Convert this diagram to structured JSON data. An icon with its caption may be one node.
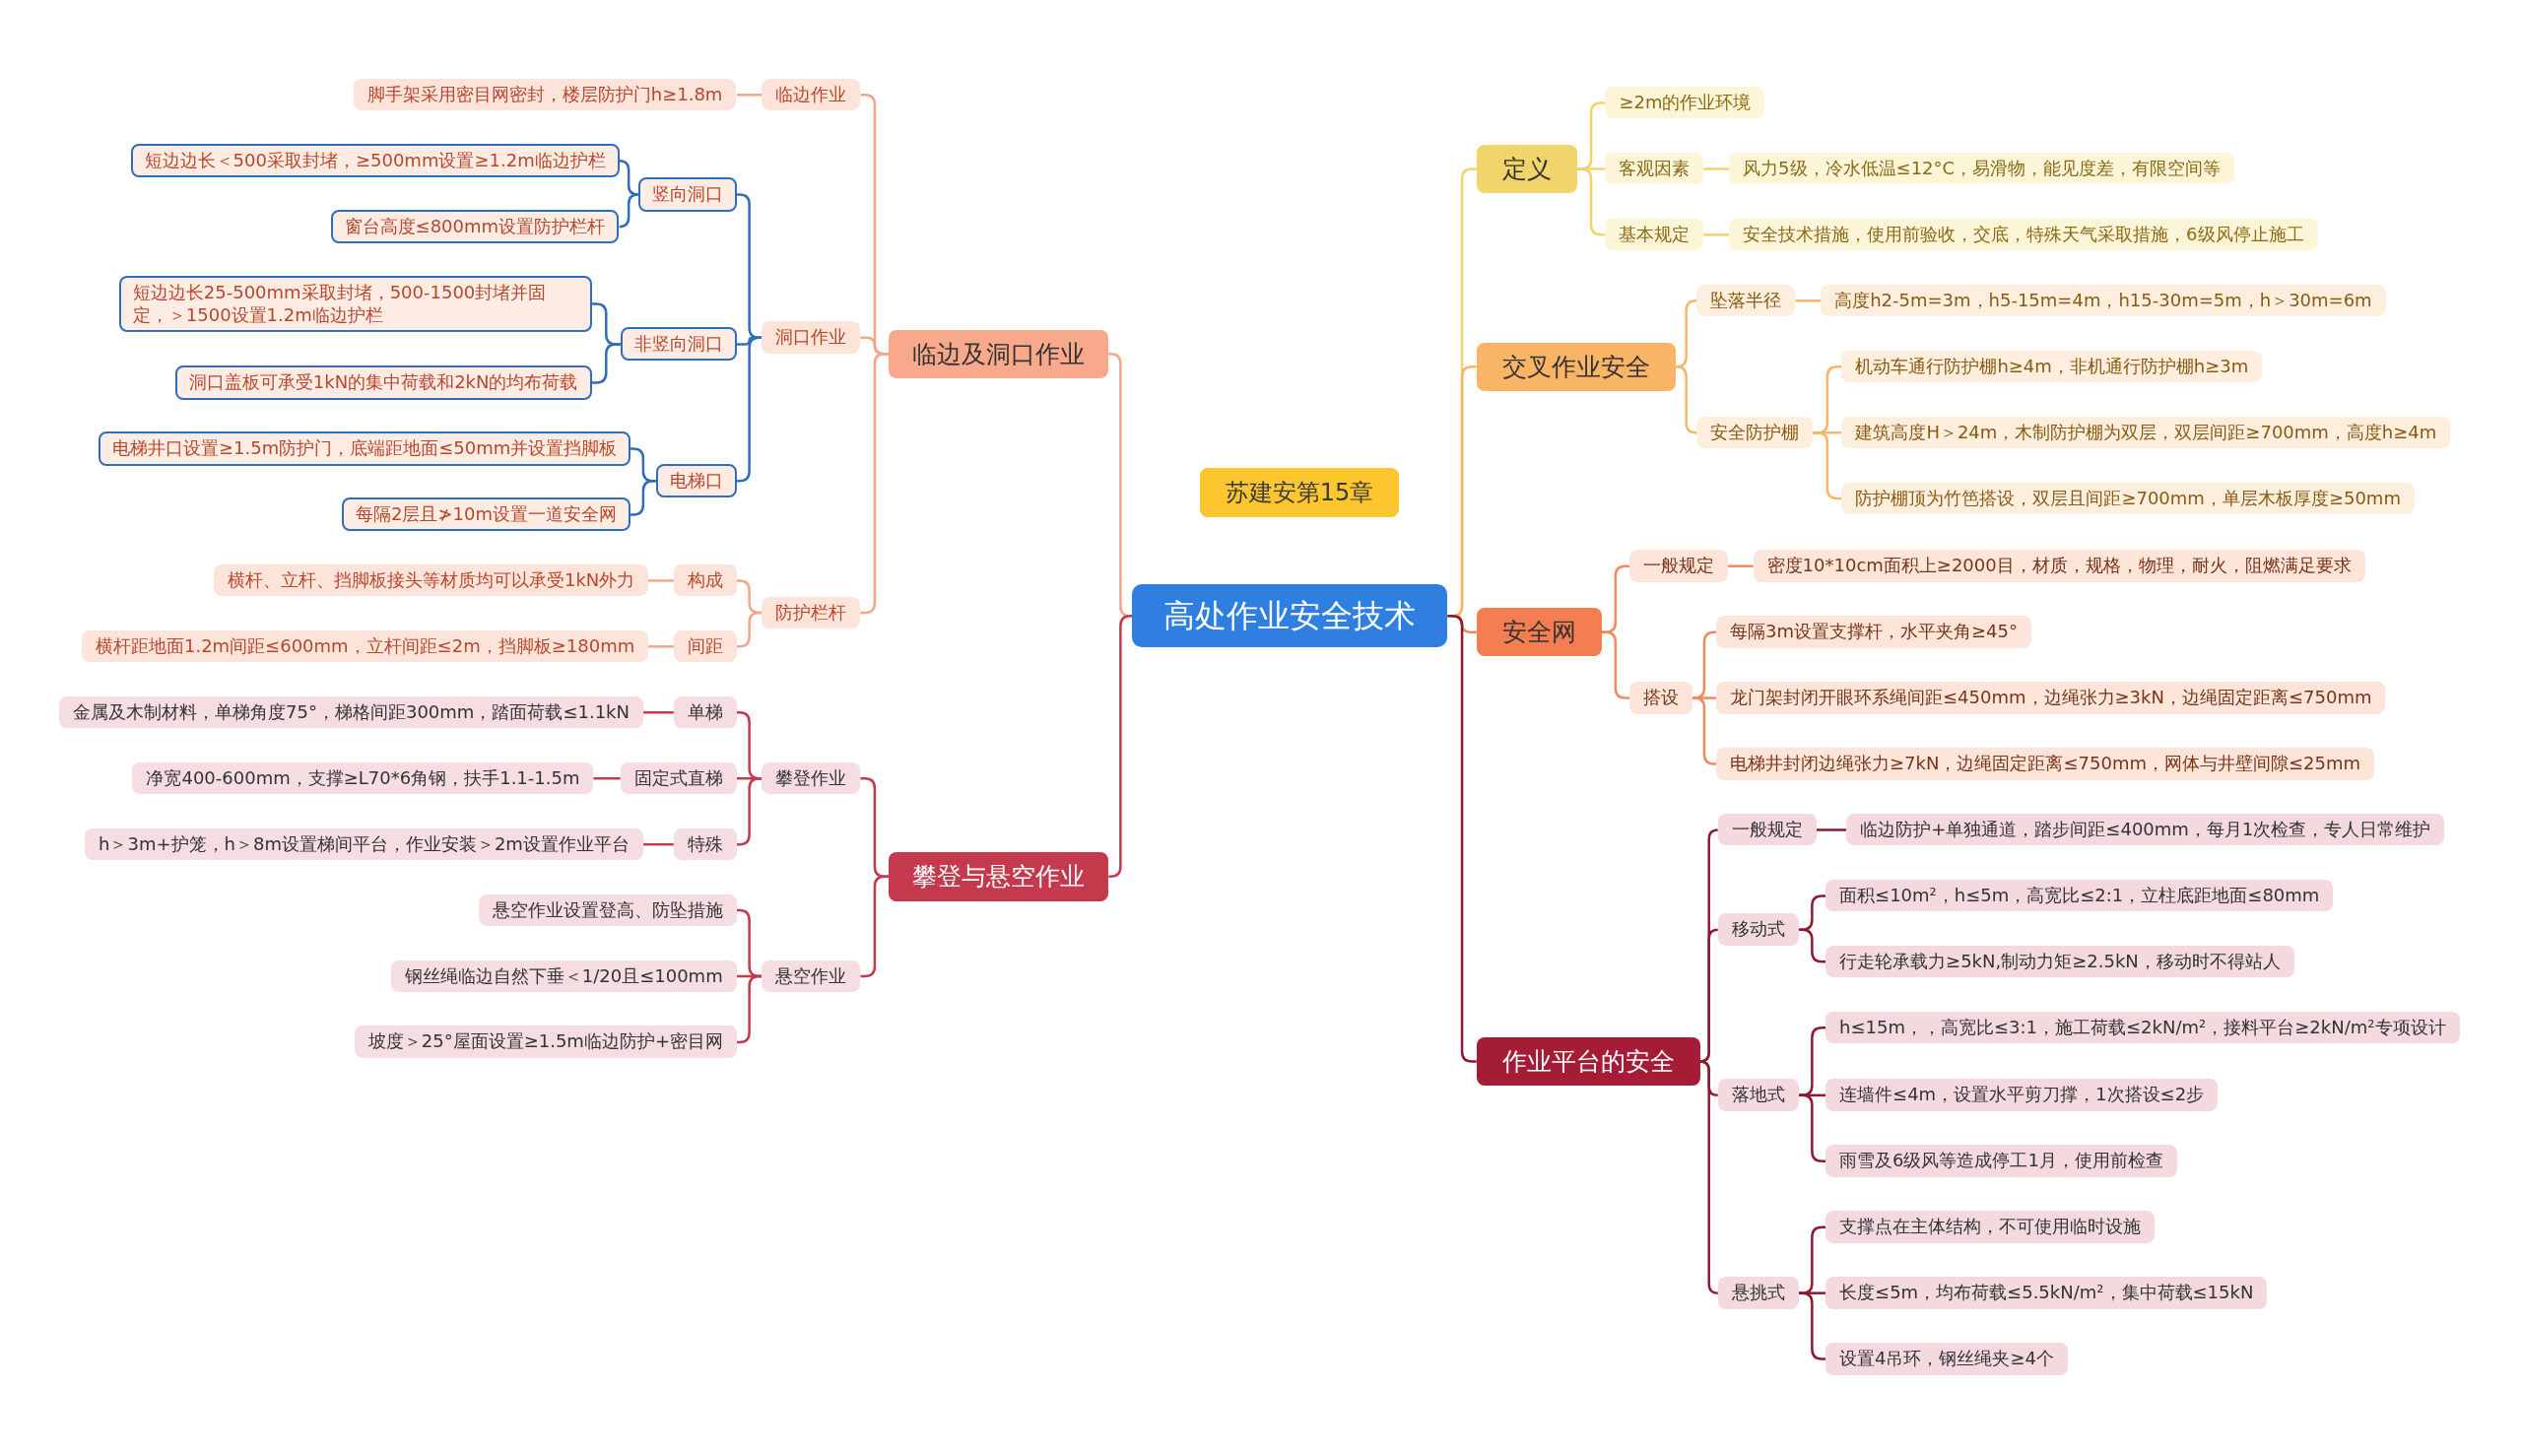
{
  "diagram": {
    "nodes": [
      {
        "text": [
          "高处作业安全技术"
        ]
      },
      {
        "text": [
          "苏建安第15章"
        ]
      },
      {
        "text": [
          "临边及洞口作业"
        ]
      },
      {
        "text": [
          "临边作业"
        ]
      },
      {
        "text": [
          "脚手架采用密目网密封，楼层防护门h≥1.8m"
        ]
      },
      {
        "text": [
          "洞口作业"
        ]
      },
      {
        "text": [
          "竖向洞口"
        ]
      },
      {
        "text": [
          "短边边长＜500采取封堵，≥500mm设置≥1.2m临边护栏"
        ]
      },
      {
        "text": [
          "窗台高度≤800mm设置防护栏杆"
        ]
      },
      {
        "text": [
          "非竖向洞口"
        ]
      },
      {
        "text": [
          "短边边长25-500mm采取封堵，500-1500封堵并固定，＞1500设置1.2m临边护栏"
        ]
      },
      {
        "text": [
          "洞口盖板可承受1kN的集中荷载和2kN的均布荷载"
        ]
      },
      {
        "text": [
          "电梯口"
        ]
      },
      {
        "text": [
          "电梯井口设置≥1.5m防护门，底端距地面≤50mm并设置挡脚板"
        ]
      },
      {
        "text": [
          "每隔2层且≯10m设置一道安全网"
        ]
      },
      {
        "text": [
          "防护栏杆"
        ]
      },
      {
        "text": [
          "构成"
        ]
      },
      {
        "text": [
          "横杆、立杆、挡脚板接头等材质均可以承受1kN外力"
        ]
      },
      {
        "text": [
          "间距"
        ]
      },
      {
        "text": [
          "横杆距地面1.2m间距≤600mm，立杆间距≤2m，挡脚板≥180mm"
        ]
      },
      {
        "text": [
          "攀登与悬空作业"
        ]
      },
      {
        "text": [
          "攀登作业"
        ]
      },
      {
        "text": [
          "单梯"
        ]
      },
      {
        "text": [
          "金属及木制材料，单梯角度75°，梯格间距300mm，踏面荷载≤1.1kN"
        ]
      },
      {
        "text": [
          "固定式直梯"
        ]
      },
      {
        "text": [
          "净宽400-600mm，支撑≥L70*6角钢，扶手1.1-1.5m"
        ]
      },
      {
        "text": [
          "特殊"
        ]
      },
      {
        "text": [
          "h＞3m+护笼，h＞8m设置梯间平台，作业安装＞2m设置作业平台"
        ]
      },
      {
        "text": [
          "悬空作业"
        ]
      },
      {
        "text": [
          "悬空作业设置登高、防坠措施"
        ]
      },
      {
        "text": [
          "钢丝绳临边自然下垂＜1/20且≤100mm"
        ]
      },
      {
        "text": [
          "坡度＞25°屋面设置≥1.5m临边防护+密目网"
        ]
      },
      {
        "text": [
          "定义"
        ]
      },
      {
        "text": [
          "≥2m的作业环境"
        ]
      },
      {
        "text": [
          "客观因素"
        ]
      },
      {
        "text": [
          "风力5级，冷水低温≤12°C，易滑物，能见度差，有限空间等"
        ]
      },
      {
        "text": [
          "基本规定"
        ]
      },
      {
        "text": [
          "安全技术措施，使用前验收，交底，特殊天气采取措施，6级风停止施工"
        ]
      },
      {
        "text": [
          "交叉作业安全"
        ]
      },
      {
        "text": [
          "坠落半径"
        ]
      },
      {
        "text": [
          "高度h2-5m=3m，h5-15m=4m，h15-30m=5m，h＞30m=6m"
        ]
      },
      {
        "text": [
          "安全防护棚"
        ]
      },
      {
        "text": [
          "机动车通行防护棚h≥4m，非机通行防护棚h≥3m"
        ]
      },
      {
        "text": [
          "建筑高度H＞24m，木制防护棚为双层，双层间距≥700mm，高度h≥4m"
        ]
      },
      {
        "text": [
          "防护棚顶为竹笆搭设，双层且间距≥700mm，单层木板厚度≥50mm"
        ]
      },
      {
        "text": [
          "安全网"
        ]
      },
      {
        "text": [
          "一般规定"
        ]
      },
      {
        "text": [
          "密度10*10cm面积上≥2000目，材质，规格，物理，耐火，阻燃满足要求"
        ]
      },
      {
        "text": [
          "搭设"
        ]
      },
      {
        "text": [
          "每隔3m设置支撑杆，水平夹角≥45°"
        ]
      },
      {
        "text": [
          "龙门架封闭开眼环系绳间距≤450mm，边绳张力≥3kN，边绳固定距离≤750mm"
        ]
      },
      {
        "text": [
          "电梯井封闭边绳张力≥7kN，边绳固定距离≤750mm，网体与井壁间隙≤25mm"
        ]
      },
      {
        "text": [
          "作业平台的安全"
        ]
      },
      {
        "text": [
          "一般规定"
        ]
      },
      {
        "text": [
          "临边防护+单独通道，踏步间距≤400mm，每月1次检查，专人日常维护"
        ]
      },
      {
        "text": [
          "移动式"
        ]
      },
      {
        "text": [
          "面积≤10m²，h≤5m，高宽比≤2:1，立柱底距地面≤80mm"
        ]
      },
      {
        "text": [
          "行走轮承载力≥5kN,制动力矩≥2.5kN，移动时不得站人"
        ]
      },
      {
        "text": [
          "落地式"
        ]
      },
      {
        "text": [
          "h≤15m，，高宽比≤3:1，施工荷载≤2kN/m²，接料平台≥2kN/m²专项设计"
        ]
      },
      {
        "text": [
          "连墙件≤4m，设置水平剪刀撑，1次搭设≤2步"
        ]
      },
      {
        "text": [
          "雨雪及6级风等造成停工1月，使用前检查"
        ]
      },
      {
        "text": [
          "悬挑式"
        ]
      },
      {
        "text": [
          "支撑点在主体结构，不可使用临时设施"
        ]
      },
      {
        "text": [
          "长度≤5m，均布荷载≤5.5kN/m²，集中荷载≤15kN"
        ]
      },
      {
        "text": [
          "设置4吊环，钢丝绳夹≥4个"
        ]
      }
    ],
    "edges": [
      {
        "from": 0,
        "to": 2,
        "arrow": "none",
        "color": "#f4a58a"
      },
      {
        "from": 2,
        "to": 3,
        "arrow": "none",
        "color": "#f4a58a"
      },
      {
        "from": 3,
        "to": 4,
        "arrow": "none",
        "color": "#f4a58a"
      },
      {
        "from": 2,
        "to": 5,
        "arrow": "none",
        "color": "#f4a58a"
      },
      {
        "from": 5,
        "to": 6,
        "arrow": "none",
        "color": "#2f6fba"
      },
      {
        "from": 6,
        "to": 7,
        "arrow": "none",
        "color": "#2f6fba"
      },
      {
        "from": 6,
        "to": 8,
        "arrow": "none",
        "color": "#2f6fba"
      },
      {
        "from": 5,
        "to": 9,
        "arrow": "none",
        "color": "#2f6fba"
      },
      {
        "from": 9,
        "to": 10,
        "arrow": "none",
        "color": "#2f6fba"
      },
      {
        "from": 9,
        "to": 11,
        "arrow": "none",
        "color": "#2f6fba"
      },
      {
        "from": 5,
        "to": 12,
        "arrow": "none",
        "color": "#2f6fba"
      },
      {
        "from": 12,
        "to": 13,
        "arrow": "none",
        "color": "#2f6fba"
      },
      {
        "from": 12,
        "to": 14,
        "arrow": "none",
        "color": "#2f6fba"
      },
      {
        "from": 2,
        "to": 15,
        "arrow": "none",
        "color": "#f4a58a"
      },
      {
        "from": 15,
        "to": 16,
        "arrow": "none",
        "color": "#f4a58a"
      },
      {
        "from": 16,
        "to": 17,
        "arrow": "none",
        "color": "#f4a58a"
      },
      {
        "from": 15,
        "to": 18,
        "arrow": "none",
        "color": "#f4a58a"
      },
      {
        "from": 18,
        "to": 19,
        "arrow": "none",
        "color": "#f4a58a"
      },
      {
        "from": 0,
        "to": 20,
        "arrow": "none",
        "color": "#c43a4c"
      },
      {
        "from": 20,
        "to": 21,
        "arrow": "none",
        "color": "#c43a4c"
      },
      {
        "from": 21,
        "to": 22,
        "arrow": "none",
        "color": "#c43a4c"
      },
      {
        "from": 22,
        "to": 23,
        "arrow": "none",
        "color": "#c43a4c"
      },
      {
        "from": 21,
        "to": 24,
        "arrow": "none",
        "color": "#c43a4c"
      },
      {
        "from": 24,
        "to": 25,
        "arrow": "none",
        "color": "#c43a4c"
      },
      {
        "from": 21,
        "to": 26,
        "arrow": "none",
        "color": "#c43a4c"
      },
      {
        "from": 26,
        "to": 27,
        "arrow": "none",
        "color": "#c43a4c"
      },
      {
        "from": 20,
        "to": 28,
        "arrow": "none",
        "color": "#c43a4c"
      },
      {
        "from": 28,
        "to": 29,
        "arrow": "none",
        "color": "#c43a4c"
      },
      {
        "from": 28,
        "to": 30,
        "arrow": "none",
        "color": "#c43a4c"
      },
      {
        "from": 28,
        "to": 31,
        "arrow": "none",
        "color": "#c43a4c"
      },
      {
        "from": 0,
        "to": 32,
        "arrow": "none",
        "color": "#f0d36a"
      },
      {
        "from": 32,
        "to": 33,
        "arrow": "none",
        "color": "#f0d36a"
      },
      {
        "from": 32,
        "to": 34,
        "arrow": "none",
        "color": "#f0d36a"
      },
      {
        "from": 34,
        "to": 35,
        "arrow": "none",
        "color": "#f0d36a"
      },
      {
        "from": 32,
        "to": 36,
        "arrow": "none",
        "color": "#f0d36a"
      },
      {
        "from": 36,
        "to": 37,
        "arrow": "none",
        "color": "#f0d36a"
      },
      {
        "from": 0,
        "to": 38,
        "arrow": "none",
        "color": "#f5b66a"
      },
      {
        "from": 38,
        "to": 39,
        "arrow": "none",
        "color": "#f5b66a"
      },
      {
        "from": 39,
        "to": 40,
        "arrow": "none",
        "color": "#f5b66a"
      },
      {
        "from": 38,
        "to": 41,
        "arrow": "none",
        "color": "#f5b66a"
      },
      {
        "from": 41,
        "to": 42,
        "arrow": "none",
        "color": "#f5b66a"
      },
      {
        "from": 41,
        "to": 43,
        "arrow": "none",
        "color": "#f5b66a"
      },
      {
        "from": 41,
        "to": 44,
        "arrow": "none",
        "color": "#f5b66a"
      },
      {
        "from": 0,
        "to": 45,
        "arrow": "none",
        "color": "#ee8a5c"
      },
      {
        "from": 45,
        "to": 46,
        "arrow": "none",
        "color": "#ee8a5c"
      },
      {
        "from": 46,
        "to": 47,
        "arrow": "none",
        "color": "#ee8a5c"
      },
      {
        "from": 45,
        "to": 48,
        "arrow": "none",
        "color": "#ee8a5c"
      },
      {
        "from": 48,
        "to": 49,
        "arrow": "none",
        "color": "#ee8a5c"
      },
      {
        "from": 48,
        "to": 50,
        "arrow": "none",
        "color": "#ee8a5c"
      },
      {
        "from": 48,
        "to": 51,
        "arrow": "none",
        "color": "#ee8a5c"
      },
      {
        "from": 0,
        "to": 52,
        "arrow": "none",
        "color": "#8e1a32"
      },
      {
        "from": 52,
        "to": 53,
        "arrow": "none",
        "color": "#8e1a32"
      },
      {
        "from": 53,
        "to": 54,
        "arrow": "none",
        "color": "#8e1a32"
      },
      {
        "from": 52,
        "to": 55,
        "arrow": "none",
        "color": "#8e1a32"
      },
      {
        "from": 55,
        "to": 56,
        "arrow": "none",
        "color": "#8e1a32"
      },
      {
        "from": 55,
        "to": 57,
        "arrow": "none",
        "color": "#8e1a32"
      },
      {
        "from": 52,
        "to": 58,
        "arrow": "none",
        "color": "#8e1a32"
      },
      {
        "from": 58,
        "to": 59,
        "arrow": "none",
        "color": "#8e1a32"
      },
      {
        "from": 58,
        "to": 60,
        "arrow": "none",
        "color": "#8e1a32"
      },
      {
        "from": 58,
        "to": 61,
        "arrow": "none",
        "color": "#8e1a32"
      },
      {
        "from": 52,
        "to": 62,
        "arrow": "none",
        "color": "#8e1a32"
      },
      {
        "from": 62,
        "to": 63,
        "arrow": "none",
        "color": "#8e1a32"
      },
      {
        "from": 62,
        "to": 64,
        "arrow": "none",
        "color": "#8e1a32"
      },
      {
        "from": 62,
        "to": 65,
        "arrow": "none",
        "color": "#8e1a32"
      }
    ]
  }
}
